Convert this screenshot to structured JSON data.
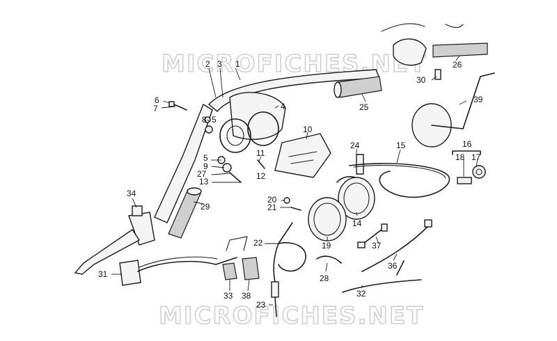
{
  "watermarks": {
    "top": "MICROFICHES.NET",
    "bottom": "MICROFICHES.NET"
  },
  "callouts": [
    "1",
    "2",
    "3",
    "4",
    "5",
    "5",
    "6",
    "7",
    "8",
    "9",
    "10",
    "11",
    "12",
    "13",
    "14",
    "15",
    "16",
    "17",
    "18",
    "19",
    "20",
    "21",
    "22",
    "23",
    "24",
    "25",
    "26",
    "27",
    "28",
    "29",
    "30",
    "31",
    "32",
    "33",
    "34",
    "36",
    "37",
    "38",
    "39"
  ]
}
